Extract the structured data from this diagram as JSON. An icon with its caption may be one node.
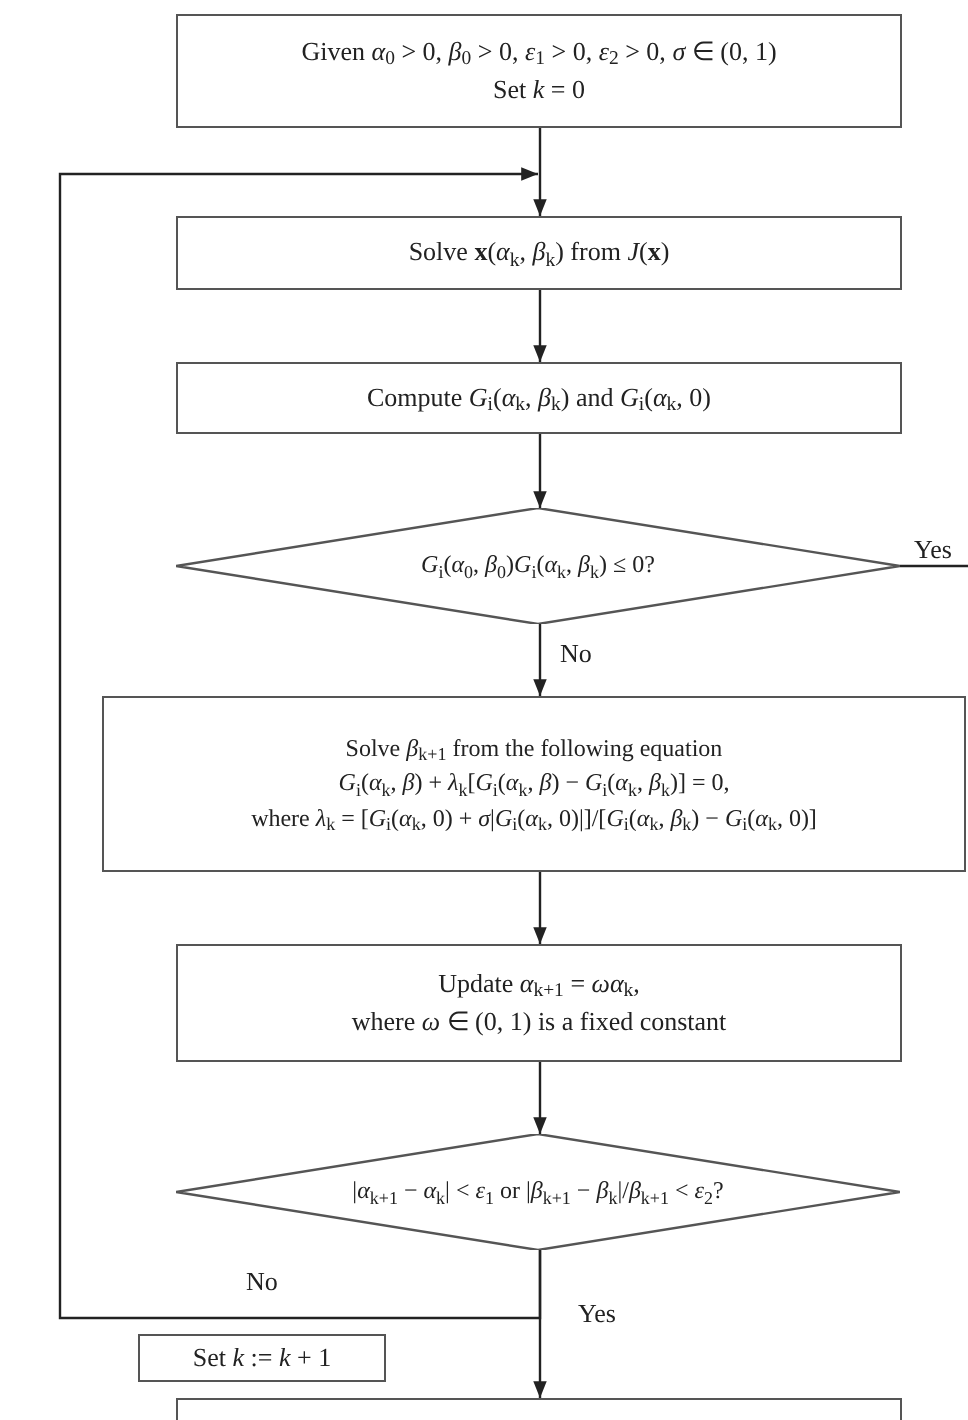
{
  "diagram": {
    "nodes": [
      {
        "text": [
          "Given *α*$_{0}$ > 0, *β*$_{0}$ > 0, *ε*$_{1}$ > 0, *ε*$_{2}$ > 0, *σ* ∈ (0, 1)",
          "Set *k* = 0"
        ]
      },
      {
        "text": [
          "Solve **x**(*α*$_{k}$, *β*$_{k}$) from *J*(**x**)"
        ]
      },
      {
        "text": [
          "Compute *G*$_{i}$(*α*$_{k}$, *β*$_{k}$) and *G*$_{i}$(*α*$_{k}$, 0)"
        ]
      },
      {
        "text": [
          "*G*$_{i}$(*α*$_{0}$, *β*$_{0}$)*G*$_{i}$(*α*$_{k}$, *β*$_{k}$) ≤ 0?"
        ]
      },
      {
        "text": [
          "Solve *β*$_{k+1}$ from the following equation",
          "*G*$_{i}$(*α*$_{k}$, *β*) + *λ*$_{k}$[*G*$_{i}$(*α*$_{k}$, *β*) − *G*$_{i}$(*α*$_{k}$, *β*$_{k}$)] = 0,",
          "where *λ*$_{k}$ = [*G*$_{i}$(*α*$_{k}$, 0) + *σ*|*G*$_{i}$(*α*$_{k}$, 0)|]/[*G*$_{i}$(*α*$_{k}$, *β*$_{k}$) − *G*$_{i}$(*α*$_{k}$, 0)]"
        ]
      },
      {
        "text": [
          "Update *α*$_{k+1}$ = *ωα*$_{k}$,",
          "where *ω* ∈ (0, 1) is a fixed constant"
        ]
      },
      {
        "text": [
          "|*α*$_{k+1}$ − *α*$_{k}$| < *ε*$_{1}$ or |*β*$_{k+1}$ − *β*$_{k}$|/*β*$_{k+1}$ < *ε*$_{2}$?"
        ]
      },
      {
        "text": [
          "Set *k* := *k* + 1"
        ]
      },
      {
        "text": [],
        "shape": "box"
      }
    ],
    "edges": [
      {
        "from": 0,
        "to": 1,
        "arrow": "to"
      },
      {
        "from": 1,
        "to": 2,
        "arrow": "to"
      },
      {
        "from": 2,
        "to": 3,
        "arrow": "to"
      },
      {
        "from": 3,
        "to": 4,
        "arrow": "to",
        "label": "No"
      },
      {
        "from": 3,
        "to": null,
        "arrow": "none",
        "label": "Yes"
      },
      {
        "from": 4,
        "to": 5,
        "arrow": "to"
      },
      {
        "from": 5,
        "to": 6,
        "arrow": "to"
      },
      {
        "from": 6,
        "to": 1,
        "arrow": "to",
        "label": "No"
      },
      {
        "from": 6,
        "to": 8,
        "arrow": "to",
        "label": "Yes"
      }
    ]
  }
}
